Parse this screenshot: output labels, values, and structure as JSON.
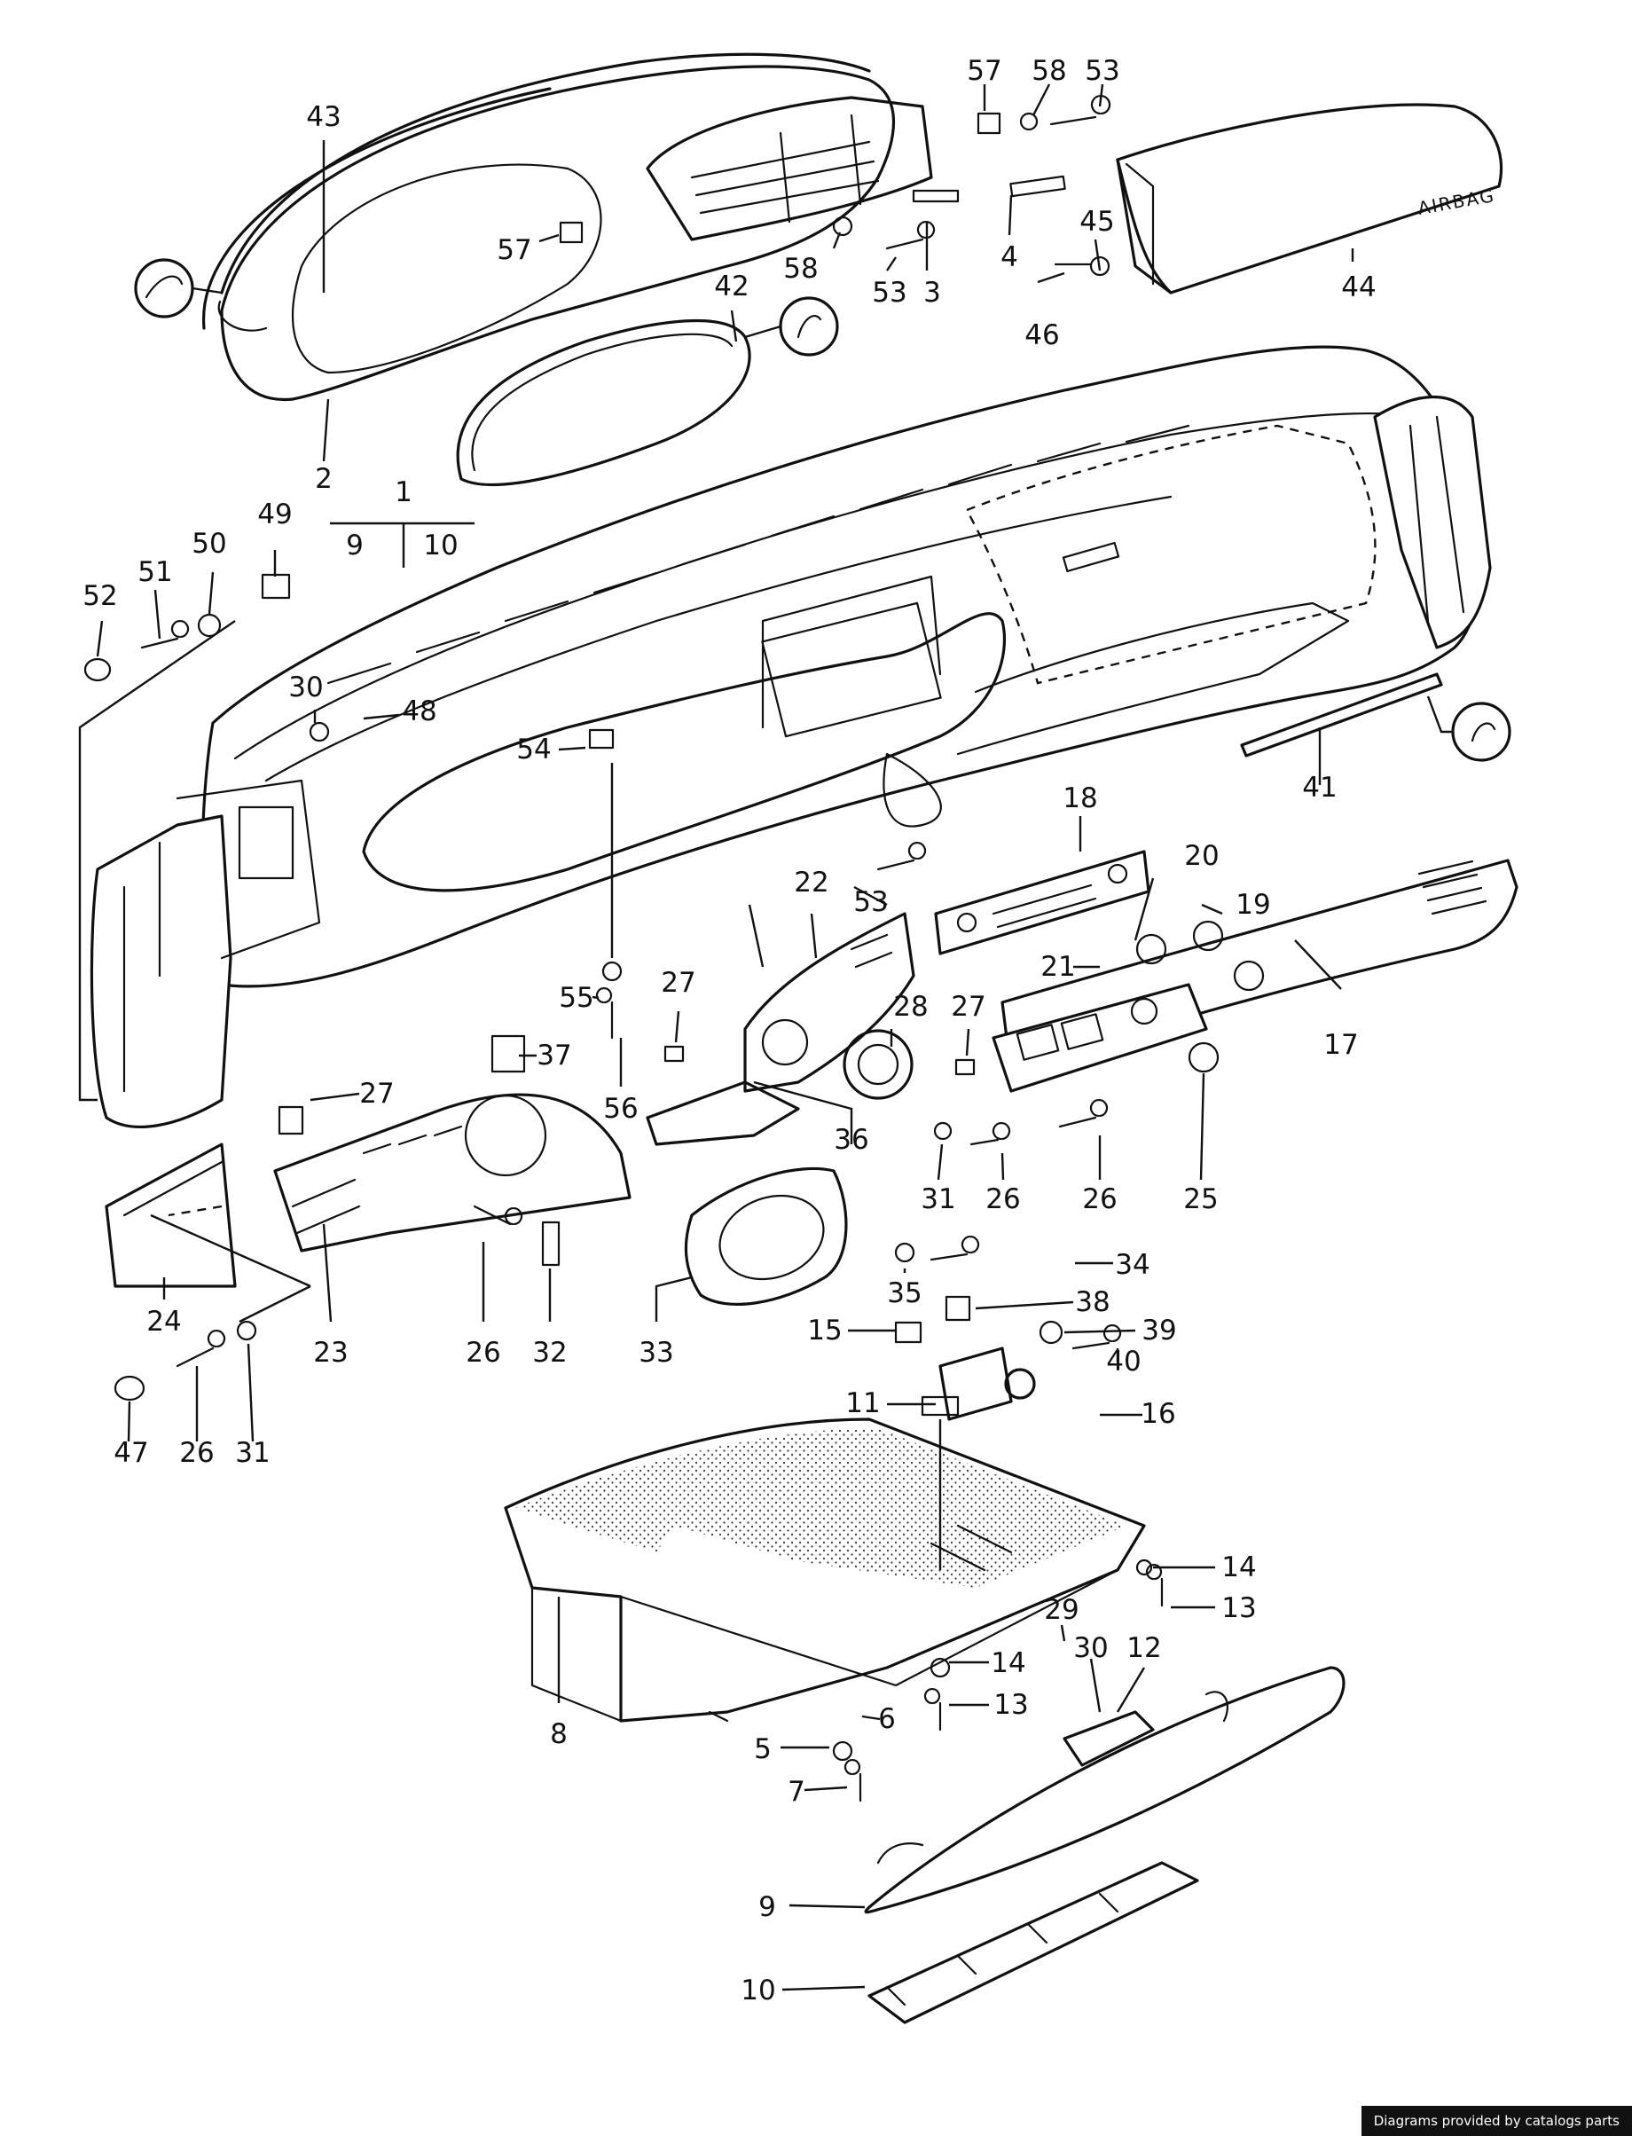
{
  "callouts": [
    {
      "label": "57"
    },
    {
      "label": "58"
    },
    {
      "label": "53"
    },
    {
      "label": "43"
    },
    {
      "label": "57"
    },
    {
      "label": "58"
    },
    {
      "label": "53"
    },
    {
      "label": "3"
    },
    {
      "label": "4"
    },
    {
      "label": "45"
    },
    {
      "label": "46"
    },
    {
      "label": "44"
    },
    {
      "label": "42"
    },
    {
      "label": "2"
    },
    {
      "label": "1"
    },
    {
      "label": "9"
    },
    {
      "label": "10"
    },
    {
      "label": "49"
    },
    {
      "label": "50"
    },
    {
      "label": "51"
    },
    {
      "label": "52"
    },
    {
      "label": "30"
    },
    {
      "label": "48"
    },
    {
      "label": "54"
    },
    {
      "label": "41"
    },
    {
      "label": "18"
    },
    {
      "label": "20"
    },
    {
      "label": "19"
    },
    {
      "label": "22"
    },
    {
      "label": "53"
    },
    {
      "label": "21"
    },
    {
      "label": "17"
    },
    {
      "label": "55"
    },
    {
      "label": "27"
    },
    {
      "label": "28"
    },
    {
      "label": "27"
    },
    {
      "label": "37"
    },
    {
      "label": "56"
    },
    {
      "label": "27"
    },
    {
      "label": "36"
    },
    {
      "label": "31"
    },
    {
      "label": "26"
    },
    {
      "label": "26"
    },
    {
      "label": "25"
    },
    {
      "label": "34"
    },
    {
      "label": "35"
    },
    {
      "label": "38"
    },
    {
      "label": "24"
    },
    {
      "label": "23"
    },
    {
      "label": "26"
    },
    {
      "label": "32"
    },
    {
      "label": "33"
    },
    {
      "label": "15"
    },
    {
      "label": "39"
    },
    {
      "label": "40"
    },
    {
      "label": "11"
    },
    {
      "label": "16"
    },
    {
      "label": "47"
    },
    {
      "label": "26"
    },
    {
      "label": "31"
    },
    {
      "label": "14"
    },
    {
      "label": "13"
    },
    {
      "label": "29"
    },
    {
      "label": "30"
    },
    {
      "label": "12"
    },
    {
      "label": "14"
    },
    {
      "label": "6"
    },
    {
      "label": "13"
    },
    {
      "label": "8"
    },
    {
      "label": "5"
    },
    {
      "label": "7"
    },
    {
      "label": "9"
    },
    {
      "label": "10"
    }
  ],
  "airbag_label": "AIRBAG",
  "credit": "Diagrams provided by catalogs parts"
}
